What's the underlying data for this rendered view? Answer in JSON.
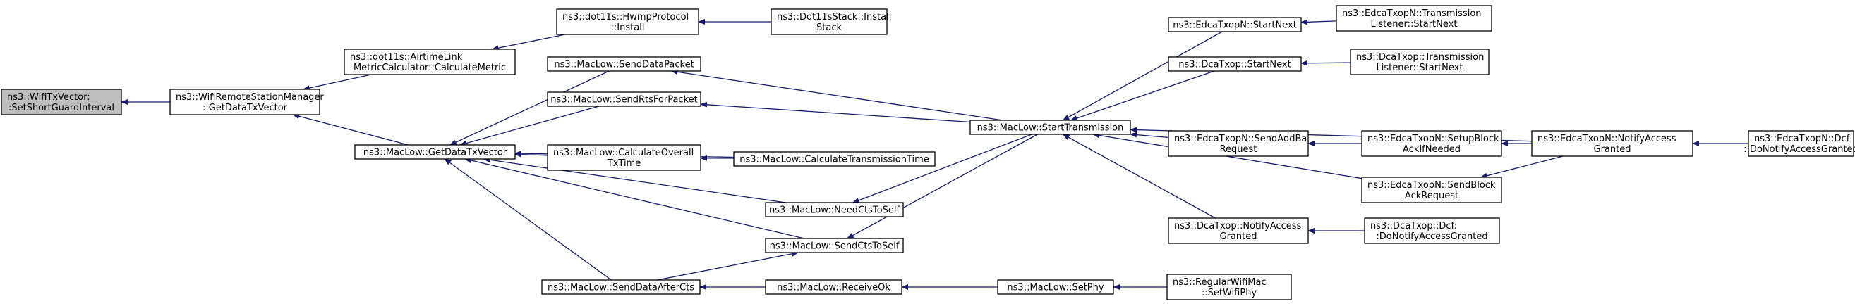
{
  "diagram": {
    "type": "call-graph",
    "colors": {
      "edge": "#191970",
      "root_fill": "#bfbfbf",
      "node_fill": "#ffffff",
      "border": "#000000"
    },
    "nodes": [
      {
        "id": "root",
        "lines": [
          "ns3::WifiTxVector:",
          ":SetShortGuardInterval"
        ],
        "root": true
      },
      {
        "id": "wrsm",
        "lines": [
          "ns3::WifiRemoteStationManager",
          "::GetDataTxVector"
        ]
      },
      {
        "id": "altm",
        "lines": [
          "ns3::dot11s::AirtimeLink",
          "MetricCalculator::CalculateMetric"
        ]
      },
      {
        "id": "hwmp",
        "lines": [
          "ns3::dot11s::HwmpProtocol",
          "::Install"
        ]
      },
      {
        "id": "d11stack",
        "lines": [
          "ns3::Dot11sStack::Install",
          "Stack"
        ]
      },
      {
        "id": "getdtx",
        "lines": [
          "ns3::MacLow::GetDataTxVector"
        ]
      },
      {
        "id": "senddata",
        "lines": [
          "ns3::MacLow::SendDataPacket"
        ]
      },
      {
        "id": "sendrts",
        "lines": [
          "ns3::MacLow::SendRtsForPacket"
        ]
      },
      {
        "id": "calcoverall",
        "lines": [
          "ns3::MacLow::CalculateOverall",
          "TxTime"
        ]
      },
      {
        "id": "calctrans",
        "lines": [
          "ns3::MacLow::CalculateTransmissionTime"
        ]
      },
      {
        "id": "needcts",
        "lines": [
          "ns3::MacLow::NeedCtsToSelf"
        ]
      },
      {
        "id": "sendcts",
        "lines": [
          "ns3::MacLow::SendCtsToSelf"
        ]
      },
      {
        "id": "sendafter",
        "lines": [
          "ns3::MacLow::SendDataAfterCts"
        ]
      },
      {
        "id": "receiveok",
        "lines": [
          "ns3::MacLow::ReceiveOk"
        ]
      },
      {
        "id": "setphy",
        "lines": [
          "ns3::MacLow::SetPhy"
        ]
      },
      {
        "id": "regwifi",
        "lines": [
          "ns3::RegularWifiMac",
          "::SetWifiPhy"
        ]
      },
      {
        "id": "starttx",
        "lines": [
          "ns3::MacLow::StartTransmission"
        ]
      },
      {
        "id": "edcanext",
        "lines": [
          "ns3::EdcaTxopN::StartNext"
        ]
      },
      {
        "id": "edcatlnext",
        "lines": [
          "ns3::EdcaTxopN::Transmission",
          "Listener::StartNext"
        ]
      },
      {
        "id": "dcanext",
        "lines": [
          "ns3::DcaTxop::StartNext"
        ]
      },
      {
        "id": "dcatlnext",
        "lines": [
          "ns3::DcaTxop::Transmission",
          "Listener::StartNext"
        ]
      },
      {
        "id": "sendaddba",
        "lines": [
          "ns3::EdcaTxopN::SendAddBa",
          "Request"
        ]
      },
      {
        "id": "setupblock",
        "lines": [
          "ns3::EdcaTxopN::SetupBlock",
          "AckIfNeeded"
        ]
      },
      {
        "id": "sendblockack",
        "lines": [
          "ns3::EdcaTxopN::SendBlock",
          "AckRequest"
        ]
      },
      {
        "id": "edcanotify",
        "lines": [
          "ns3::EdcaTxopN::NotifyAccess",
          "Granted"
        ]
      },
      {
        "id": "edcadcf",
        "lines": [
          "ns3::EdcaTxopN::Dcf",
          "::DoNotifyAccessGranted"
        ]
      },
      {
        "id": "dcanotify",
        "lines": [
          "ns3::DcaTxop::NotifyAccess",
          "Granted"
        ]
      },
      {
        "id": "dcadcf",
        "lines": [
          "ns3::DcaTxop::Dcf:",
          ":DoNotifyAccessGranted"
        ]
      }
    ],
    "edges": [
      [
        "wrsm",
        "root"
      ],
      [
        "altm",
        "wrsm"
      ],
      [
        "getdtx",
        "wrsm"
      ],
      [
        "hwmp",
        "altm"
      ],
      [
        "d11stack",
        "hwmp"
      ],
      [
        "senddata",
        "getdtx"
      ],
      [
        "sendrts",
        "getdtx"
      ],
      [
        "calcoverall",
        "getdtx"
      ],
      [
        "calctrans",
        "getdtx"
      ],
      [
        "needcts",
        "getdtx"
      ],
      [
        "sendcts",
        "getdtx"
      ],
      [
        "sendafter",
        "getdtx"
      ],
      [
        "calctrans",
        "calcoverall"
      ],
      [
        "starttx",
        "senddata"
      ],
      [
        "starttx",
        "sendrts"
      ],
      [
        "starttx",
        "needcts"
      ],
      [
        "starttx",
        "sendcts"
      ],
      [
        "sendafter",
        "sendcts"
      ],
      [
        "receiveok",
        "sendafter"
      ],
      [
        "setphy",
        "receiveok"
      ],
      [
        "regwifi",
        "setphy"
      ],
      [
        "edcanext",
        "starttx"
      ],
      [
        "dcanext",
        "starttx"
      ],
      [
        "sendaddba",
        "starttx"
      ],
      [
        "edcanotify",
        "starttx"
      ],
      [
        "sendblockack",
        "starttx"
      ],
      [
        "dcanotify",
        "starttx"
      ],
      [
        "edcatlnext",
        "edcanext"
      ],
      [
        "dcatlnext",
        "dcanext"
      ],
      [
        "setupblock",
        "sendaddba"
      ],
      [
        "edcanotify",
        "setupblock"
      ],
      [
        "edcanotify",
        "sendblockack"
      ],
      [
        "edcadcf",
        "edcanotify"
      ],
      [
        "dcadcf",
        "dcanotify"
      ]
    ]
  }
}
